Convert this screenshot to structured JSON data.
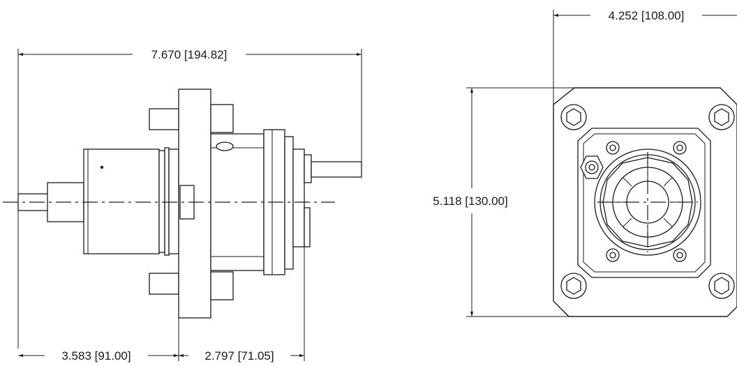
{
  "side_view": {
    "overall_length": "7.670 [194.82]",
    "left_section": "3.583 [91.00]",
    "right_section": "2.797 [71.05]"
  },
  "front_view": {
    "width": "4.252 [108.00]",
    "height": "5.118 [130.00]"
  }
}
